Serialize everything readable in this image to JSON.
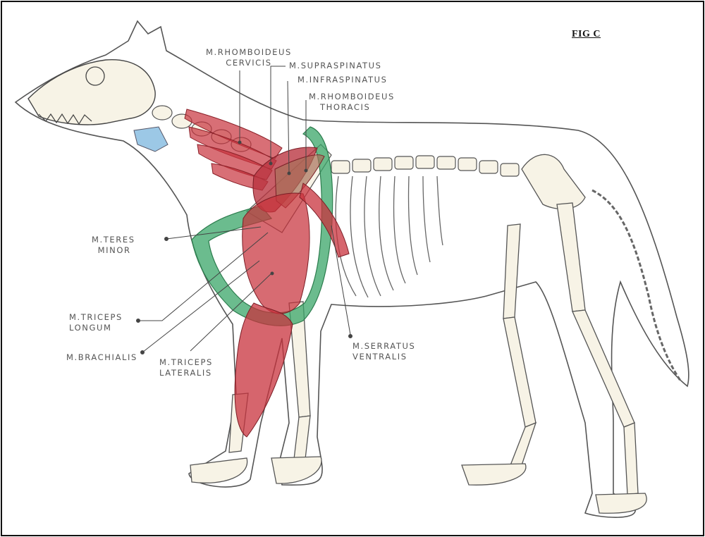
{
  "figure": {
    "title": "FIG C"
  },
  "labels": {
    "rhomboideus_cervicis": [
      "M.RHOMBOIDEUS",
      "CERVICIS"
    ],
    "supraspinatus": "M.SUPRASPINATUS",
    "infraspinatus": "M.INFRASPINATUS",
    "rhomboideus_thoracis": [
      "M.RHOMBOIDEUS",
      "THORACIS"
    ],
    "teres_minor": [
      "M.TERES",
      "MINOR"
    ],
    "triceps_longum": [
      "M.TRICEPS",
      "LONGUM"
    ],
    "brachialis": "M.BRACHIALIS",
    "triceps_lateralis": [
      "M.TRICEPS",
      "LATERALIS"
    ],
    "serratus_ventralis": [
      "M.SERRATUS",
      "VENTRALIS"
    ]
  },
  "colors": {
    "muscle": "#c8323c",
    "serratus": "#3aa668",
    "bone": "#f7f3e6",
    "outline": "#555555",
    "larynx": "#9cc8e6"
  }
}
